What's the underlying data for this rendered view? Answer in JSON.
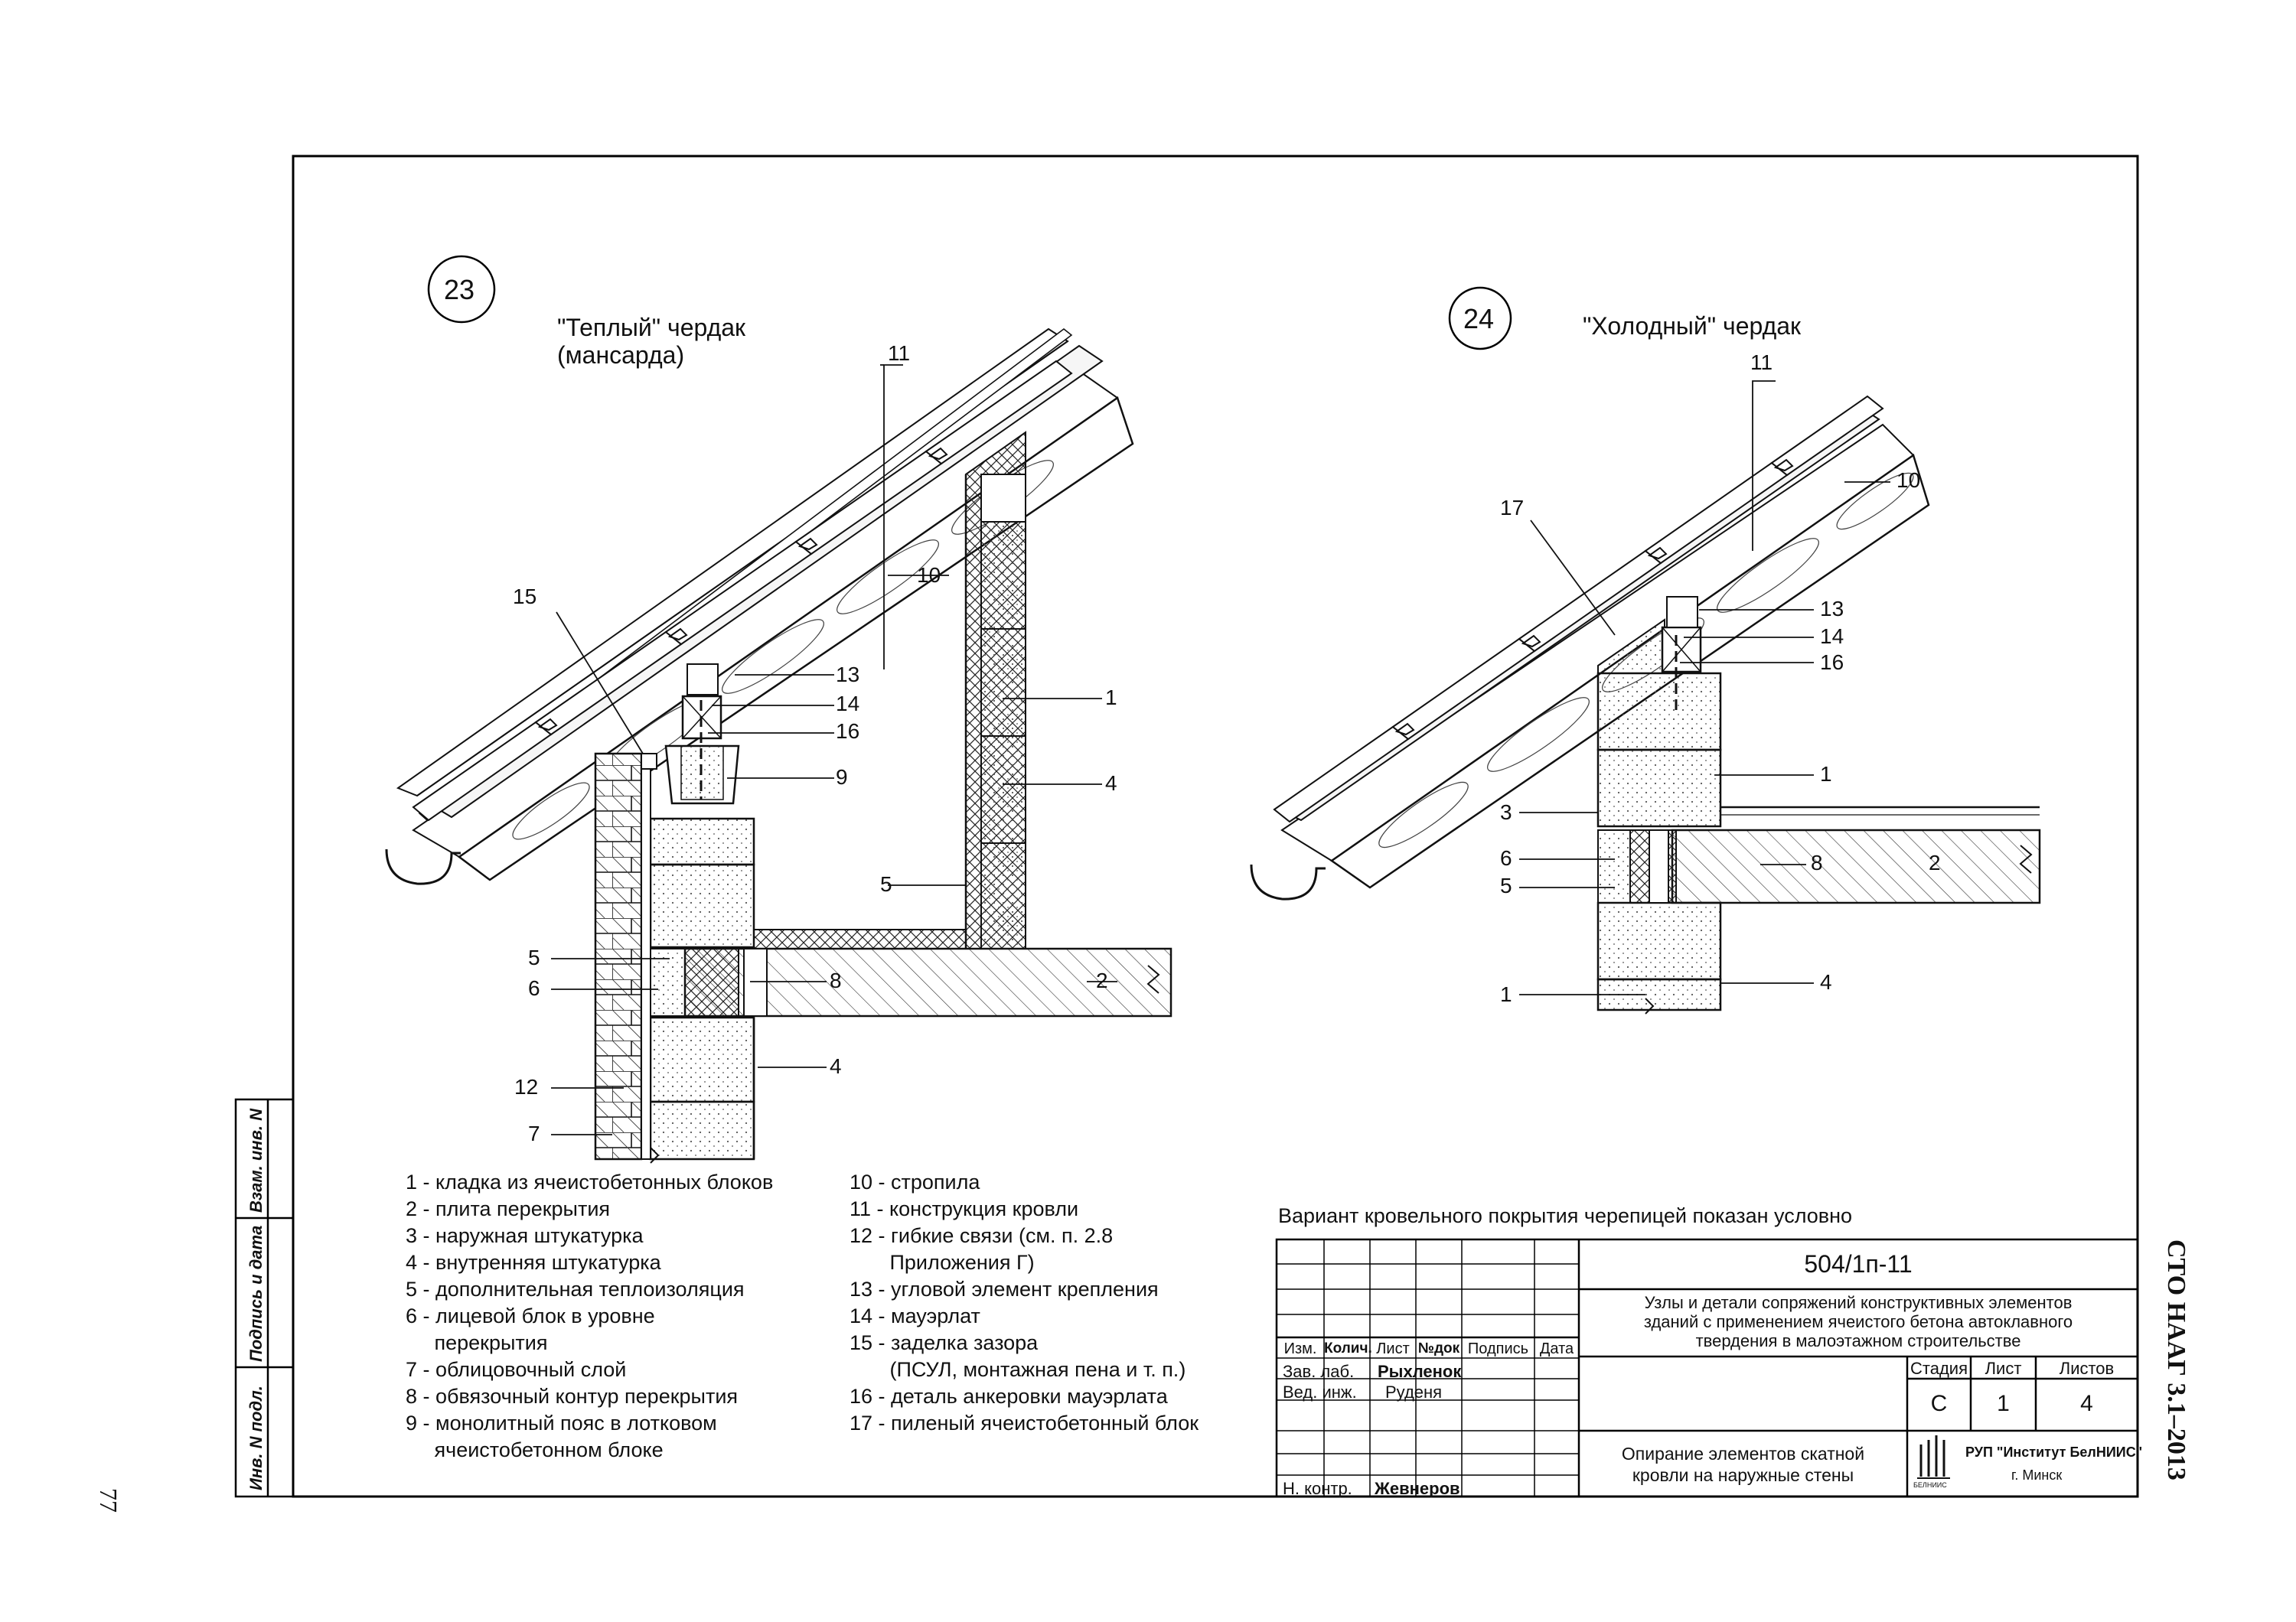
{
  "page_number": "77",
  "side_title": "СТО НААГ 3.1–2013",
  "side_stamp": [
    "Инв. N подл.",
    "Подпись и дата",
    "Взам. инв. N"
  ],
  "detail23": {
    "number": "23",
    "title_line1": "\"Теплый\" чердак",
    "title_line2": "(мансарда)",
    "callouts": {
      "c11": "11",
      "c10": "10",
      "c15": "15",
      "c13": "13",
      "c14": "14",
      "c16": "16",
      "c9": "9",
      "c1": "1",
      "c4": "4",
      "c5": "5",
      "c5b": "5",
      "c6": "6",
      "c8": "8",
      "c2": "2",
      "c12": "12",
      "c7": "7",
      "c4b": "4"
    }
  },
  "detail24": {
    "number": "24",
    "title": "\"Холодный\" чердак",
    "callouts": {
      "c11": "11",
      "c10": "10",
      "c17": "17",
      "c13": "13",
      "c14": "14",
      "c16": "16",
      "c1": "1",
      "c3": "3",
      "c6": "6",
      "c8": "8",
      "c2": "2",
      "c5": "5",
      "c1b": "1",
      "c4": "4"
    }
  },
  "legend_left": [
    "1 - кладка из ячеистобетонных блоков",
    "2 - плита перекрытия",
    "3 - наружная штукатурка",
    "4 - внутренняя штукатурка",
    "5 - дополнительная теплоизоляция",
    "6 - лицевой блок в уровне",
    "     перекрытия",
    "7 - облицовочный слой",
    "8 - обвязочный контур перекрытия",
    "9 - монолитный пояс в лотковом",
    "     ячеистобетонном блоке"
  ],
  "legend_right": [
    "10 - стропила",
    "11 - конструкция кровли",
    "12 - гибкие связи (см. п. 2.8",
    "       Приложения Г)",
    "13 - угловой элемент крепления",
    "14 - мауэрлат",
    "15 - заделка зазора",
    "       (ПСУЛ, монтажная пена и т. п.)",
    "16 - деталь анкеровки мауэрлата",
    "17 - пиленый ячеистобетонный блок"
  ],
  "note": "Вариант кровельного покрытия черепицей показан условно",
  "title_block": {
    "code": "504/1п-11",
    "project_title": "Узлы и детали сопряжений конструктивных элементов зданий с применением ячеистого бетона автоклавного твердения в малоэтажном строительстве",
    "project_lines": [
      "Узлы и детали сопряжений конструктивных элементов",
      "зданий с применением ячеистого бетона автоклавного",
      "твердения в малоэтажном строительстве"
    ],
    "headers": [
      "Изм.",
      "Колич.",
      "Лист",
      "№док",
      "Подпись",
      "Дата"
    ],
    "roles": [
      {
        "role": "Зав. лаб.",
        "name": "Рыхленок"
      },
      {
        "role": "Вед. инж.",
        "name": "Руденя"
      },
      {
        "role": "Н. контр.",
        "name": "Жевнеров"
      }
    ],
    "stage_label": "Стадия",
    "sheet_label": "Лист",
    "sheets_label": "Листов",
    "stage": "С",
    "sheet": "1",
    "sheets": "4",
    "sheet_title_lines": [
      "Опирание элементов скатной",
      "кровли на наружные стены"
    ],
    "org_name": "РУП \"Институт БелНИИС\"",
    "org_city": "г. Минск",
    "logo_text": "БЕЛНИИС"
  }
}
